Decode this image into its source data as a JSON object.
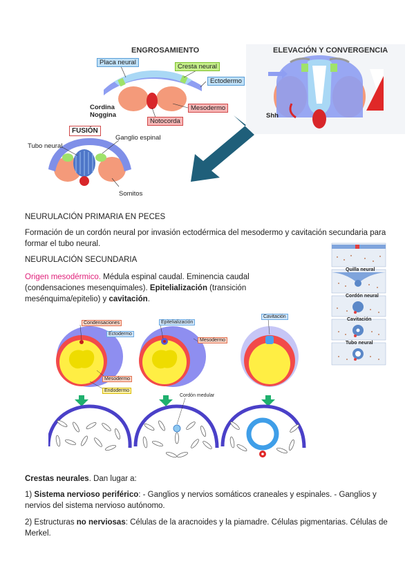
{
  "figure1": {
    "title_engrosamiento": "ENGROSAMIENTO",
    "title_elevacion": "ELEVACIÓN Y CONVERGENCIA",
    "placa_neural": "Placa neural",
    "cresta_neural": "Cresta neural",
    "ectodermo": "Ectodermo",
    "cordina": "Cordina",
    "noggina": "Noggina",
    "mesodermo": "Mesodermo",
    "notocorda": "Notocorda",
    "shh": "Shh",
    "fusion": "FUSIÓN",
    "ganglio_espinal": "Ganglio espinal",
    "tubo_neural": "Tubo neural",
    "somitos": "Somitos"
  },
  "text": {
    "heading1": "NEURULACIÓN PRIMARIA EN PECES",
    "para1": "Formación de un cordón neural por invasión ectodérmica del mesodermo y cavitación secundaria para formar el tubo neural.",
    "heading2": "NEURULACIÓN SECUNDARIA",
    "origen_label": "Origen mesodérmico.",
    "origen_rest1": " Médula espinal caudal. Eminencia caudal (condensaciones mesenquimales). ",
    "epitelializacion": "Epitelialización",
    "origen_rest2": " (transición mesénquima/epitelio) y ",
    "cavitacion": "cavitación",
    "origen_end": ".",
    "crestas_title": "Crestas neurales",
    "crestas_rest": ". Dan lugar a:",
    "item1_prefix": "1) ",
    "item1_bold": "Sistema nervioso periférico",
    "item1_rest": ": - Ganglios y nervios somáticos craneales y espinales. - Ganglios y nervios del sistema nervioso autónomo.",
    "item2_prefix": "2) Estructuras ",
    "item2_bold": "no nerviosas",
    "item2_rest": ": Células de la aracnoides y la piamadre. Células pigmentarias. Células de Merkel."
  },
  "figure2": {
    "condensaciones": "Condensaciones",
    "ectodermo": "Ectodermo",
    "epitelializacion": "Epitelialización",
    "mesodermo_a": "Mesodermo",
    "cavitacion": "Cavitación",
    "mesodermo_b": "Mesodermo",
    "endodermo": "Endodermo",
    "cordon_medular": "Cordón medular"
  },
  "figure3": {
    "quilla_neural": "Quilla neural",
    "cordon_neural": "Cordón neural",
    "cavitacion": "Cavitación",
    "tubo_neural": "Tubo neural"
  },
  "colors": {
    "ectoderm_blue": "#7f8fe8",
    "crest_green": "#9fe26a",
    "mesoderm_red": "#f07b72",
    "arrow_teal": "#1f5f7a",
    "endoderm_yellow": "#fff35a"
  }
}
